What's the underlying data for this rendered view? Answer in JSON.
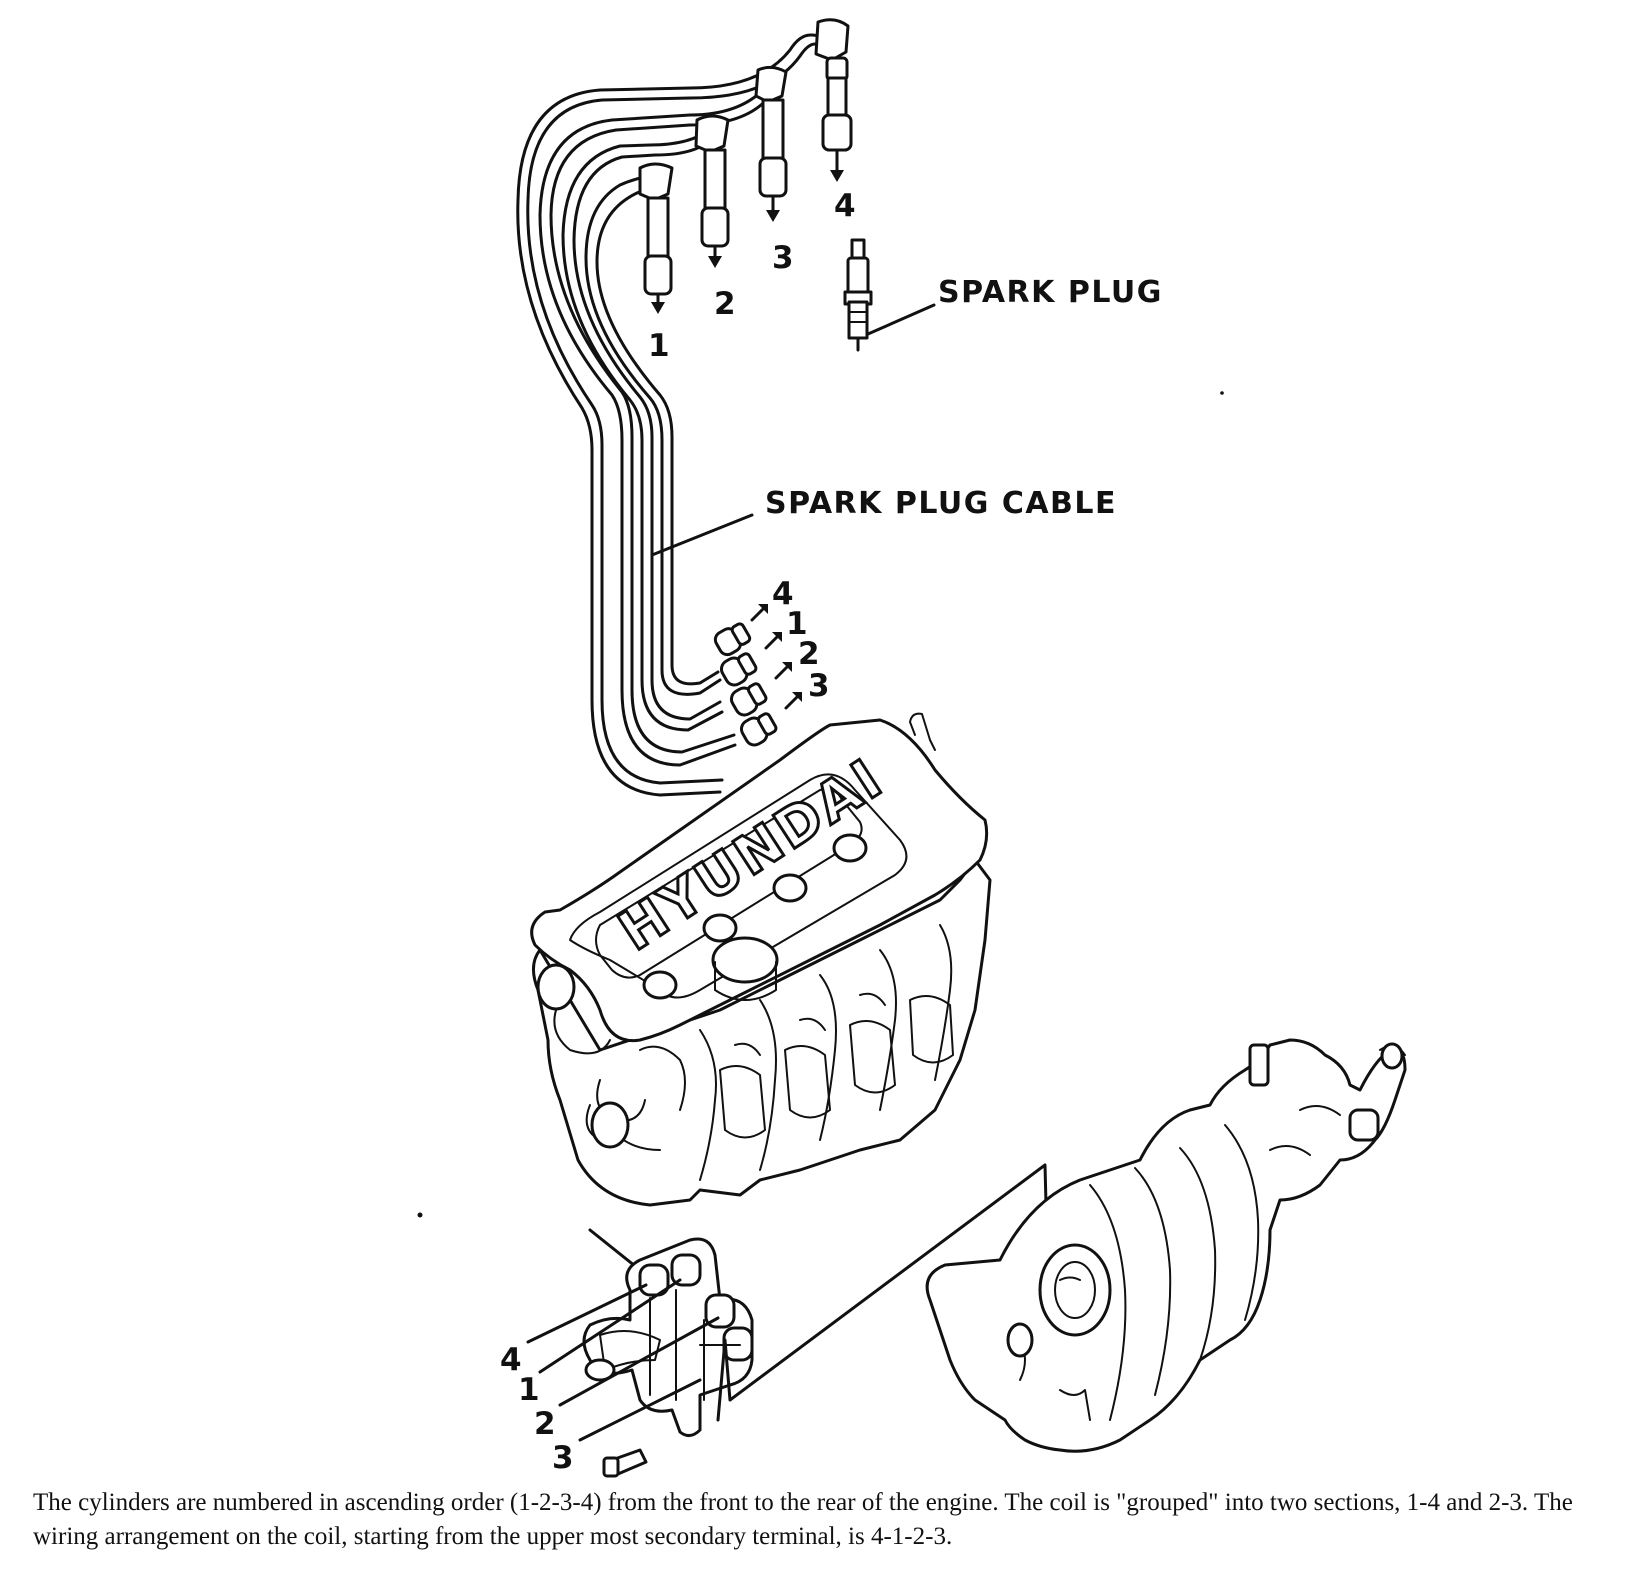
{
  "labels": {
    "spark_plug": "SPARK PLUG",
    "spark_plug_cable": "SPARK PLUG CABLE",
    "engine_brand": "HYUNDAI"
  },
  "plug_numbers": [
    "1",
    "2",
    "3",
    "4"
  ],
  "coil_cable_numbers": [
    "4",
    "1",
    "2",
    "3"
  ],
  "coil_terminal_numbers": [
    "4",
    "1",
    "2",
    "3"
  ],
  "caption": "The cylinders are numbered in ascending order (1-2-3-4) from the front to the rear of the engine. The coil is \"grouped\" into two sections, 1-4 and 2-3. The wiring arrangement on the coil, starting from the upper most secondary terminal, is 4-1-2-3."
}
